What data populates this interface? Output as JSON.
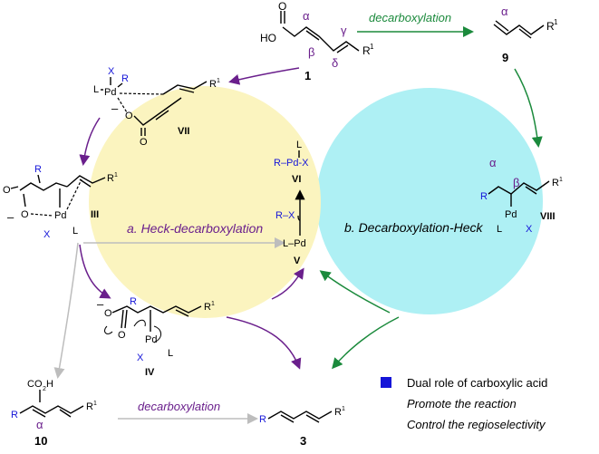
{
  "colors": {
    "yellow_cycle": "#fbf4bf",
    "cyan_cycle": "#aef0f4",
    "purple": "#6a1f8c",
    "green": "#1b8a3c",
    "blue": "#1515d8",
    "grey": "#bdbdbd"
  },
  "compounds": {
    "c1": "1",
    "c9": "9",
    "c3": "3",
    "c10": "10",
    "VII": "VII",
    "III": "III",
    "IV": "IV",
    "V": "V",
    "VI": "VI",
    "VIII": "VIII"
  },
  "atoms": {
    "HO": "HO",
    "O": "O",
    "L": "L",
    "Pd": "Pd",
    "X": "X",
    "R": "R",
    "R1": "R",
    "sup1": "1",
    "CO2H": "CO",
    "sub2": "2",
    "H": "H",
    "minus": "–",
    "alpha": "α",
    "beta": "β",
    "gamma": "γ",
    "delta": "δ",
    "L_Pd": "L–Pd",
    "R_Pd_X": "R–Pd-X",
    "R_X": "R–X"
  },
  "labels": {
    "top_arrow": "decarboxylation",
    "bottom_arrow": "decarboxylation",
    "cycle_a": "a. Heck-decarboxylation",
    "cycle_b": "b. Decarboxylation-Heck"
  },
  "legend": {
    "title": "Dual role of carboxylic acid",
    "line1": "Promote the reaction",
    "line2": "Control the regioselectivity"
  }
}
